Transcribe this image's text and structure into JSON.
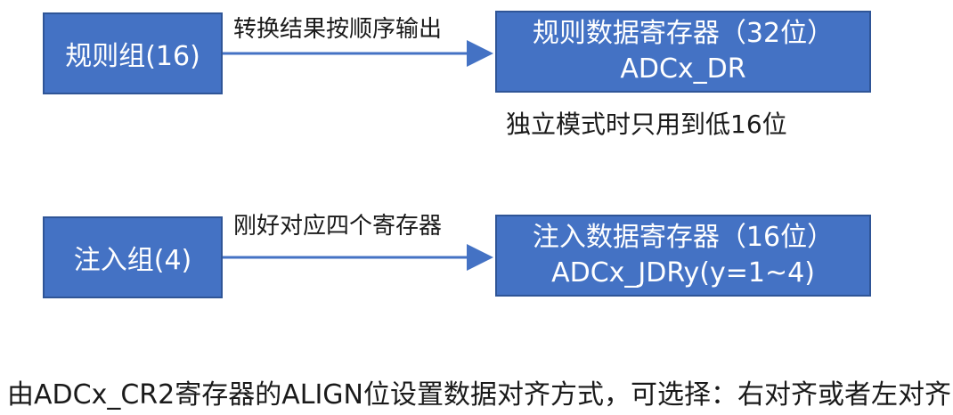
{
  "regular": {
    "group_label": "规则组(16)",
    "arrow_label": "转换结果按顺序输出",
    "register_title": "规则数据寄存器（32位）",
    "register_name": "ADCx_DR",
    "note": "独立模式时只用到低16位"
  },
  "injected": {
    "group_label": "注入组(4)",
    "arrow_label": "刚好对应四个寄存器",
    "register_title": "注入数据寄存器（16位）",
    "register_name": "ADCx_JDRy(y=1~4)"
  },
  "footer_text": "由ADCx_CR2寄存器的ALIGN位设置数据对齐方式，可选择：右对齐或者左对齐",
  "colors": {
    "box_fill": "#4472C4",
    "box_border": "#2F5597",
    "arrow": "#4472C4"
  }
}
